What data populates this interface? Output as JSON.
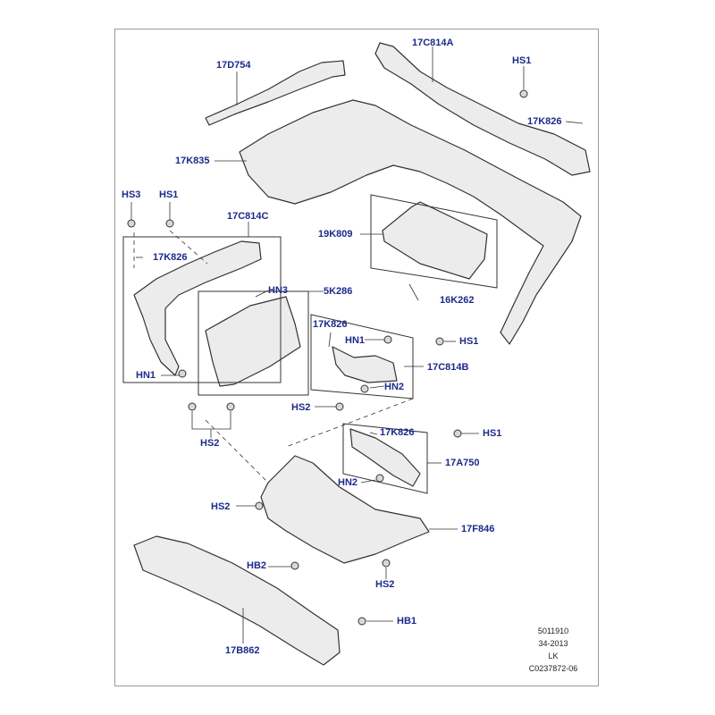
{
  "colors": {
    "label": "#1c2a8a",
    "line": "#333333",
    "frame": "#9a9a9a",
    "part_fill": "#ececec"
  },
  "labels": {
    "p_17C814A": "17C814A",
    "p_HS1_top": "HS1",
    "p_17K826_top": "17K826",
    "p_17D754": "17D754",
    "p_17K835": "17K835",
    "p_HS3": "HS3",
    "p_HS1_left": "HS1",
    "p_17C814C": "17C814C",
    "p_17K826_left": "17K826",
    "p_19K809": "19K809",
    "p_16K262": "16K262",
    "p_HN3": "HN3",
    "p_5K286": "5K286",
    "p_17K826_mid": "17K826",
    "p_HN1_mid": "HN1",
    "p_HS1_mid": "HS1",
    "p_17C814B": "17C814B",
    "p_HN2_mid": "HN2",
    "p_HN1_left": "HN1",
    "p_HS2_mid": "HS2",
    "p_HS2_left": "HS2",
    "p_17K826_low": "17K826",
    "p_HS1_low": "HS1",
    "p_17A750": "17A750",
    "p_HN2_low": "HN2",
    "p_HS2_lower": "HS2",
    "p_17F846": "17F846",
    "p_HB2": "HB2",
    "p_HS2_bottom": "HS2",
    "p_HB1": "HB1",
    "p_17B862": "17B862"
  },
  "reference": {
    "line1": "5011910",
    "line2": "34-2013",
    "line3": "LK",
    "line4": "C0237872-06"
  }
}
